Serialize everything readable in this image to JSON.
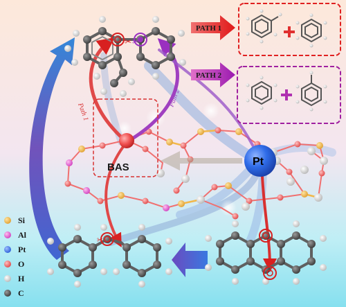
{
  "labels": {
    "path1_arrow": "PATH 1",
    "path2_arrow": "PATH 2",
    "path1_curve": "Path 1",
    "path2_curve": "Path 2",
    "bas": "BAS",
    "pt": "Pt"
  },
  "legend": [
    {
      "label": "Si",
      "color": "#f2b84a"
    },
    {
      "label": "Al",
      "color": "#e86ad6"
    },
    {
      "label": "Pt",
      "color": "#3d6fe0"
    },
    {
      "label": "O",
      "color": "#f06a6a"
    },
    {
      "label": "H",
      "color": "#e8e8e8"
    },
    {
      "label": "C",
      "color": "#5a5a5a"
    }
  ],
  "colors": {
    "path1": "#e03030",
    "path2": "#a020a0",
    "background_top": "#fde6d8",
    "background_bottom": "#9ee6f2"
  }
}
